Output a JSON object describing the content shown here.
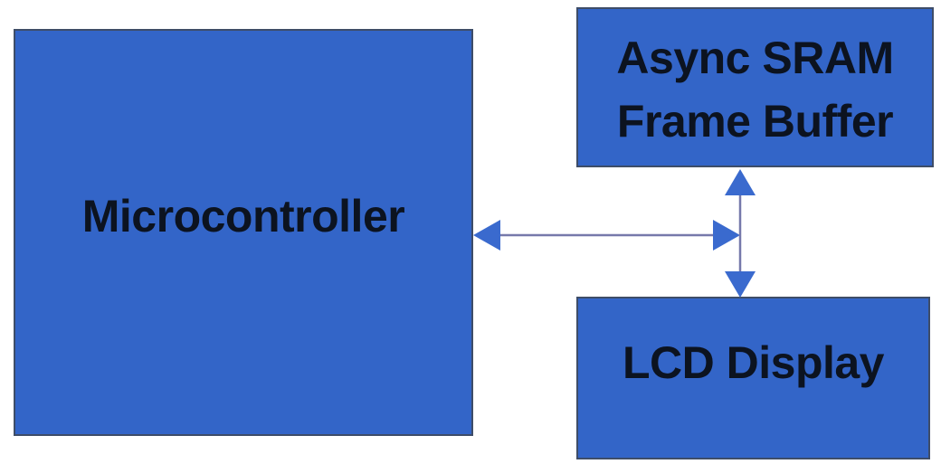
{
  "colors": {
    "background": "#ffffff",
    "node_fill": "#3365c8",
    "node_border": "#3e4d68",
    "label_text": "#0c1320",
    "arrow_head": "#3a6ace",
    "arrow_line": "#7679ab"
  },
  "nodes": {
    "microcontroller": {
      "label": "Microcontroller"
    },
    "sram": {
      "label_line1": "Async SRAM",
      "label_line2": "Frame Buffer"
    },
    "lcd": {
      "label": "LCD Display"
    }
  },
  "connections": [
    {
      "from": "microcontroller",
      "to": "sram-lcd-bus",
      "style": "double-headed-arrow",
      "orientation": "horizontal"
    },
    {
      "from": "sram",
      "to": "lcd",
      "style": "double-headed-arrow",
      "orientation": "vertical"
    }
  ]
}
